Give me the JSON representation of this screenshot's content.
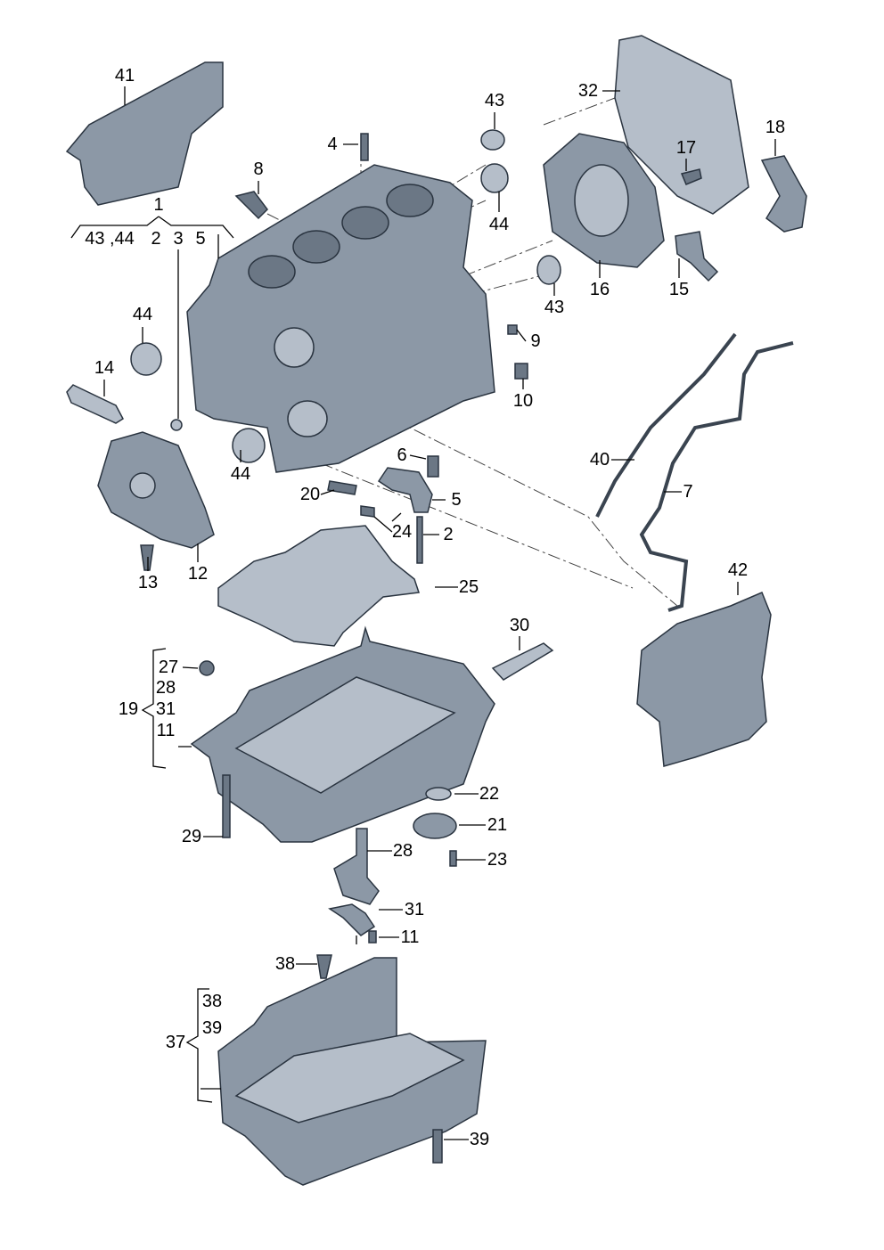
{
  "title": "Engine block / oil sump exploded parts diagram",
  "group_1": {
    "label": "1",
    "children": [
      "43 ,44",
      "2",
      "3",
      "5"
    ]
  },
  "group_19": {
    "label": "19",
    "children": [
      "27",
      "28",
      "31",
      "11"
    ]
  },
  "group_37": {
    "label": "37",
    "children": [
      "38",
      "39"
    ]
  },
  "callouts": [
    "41",
    "43",
    "32",
    "4",
    "8",
    "17",
    "18",
    "44",
    "16",
    "15",
    "43",
    "44",
    "9",
    "14",
    "10",
    "40",
    "7",
    "6",
    "44",
    "20",
    "5",
    "24",
    "2",
    "13",
    "12",
    "25",
    "42",
    "30",
    "22",
    "21",
    "29",
    "28",
    "23",
    "31",
    "11",
    "38",
    "39"
  ],
  "colors": {
    "part": "#8c98a6",
    "outline": "#2a3440"
  }
}
